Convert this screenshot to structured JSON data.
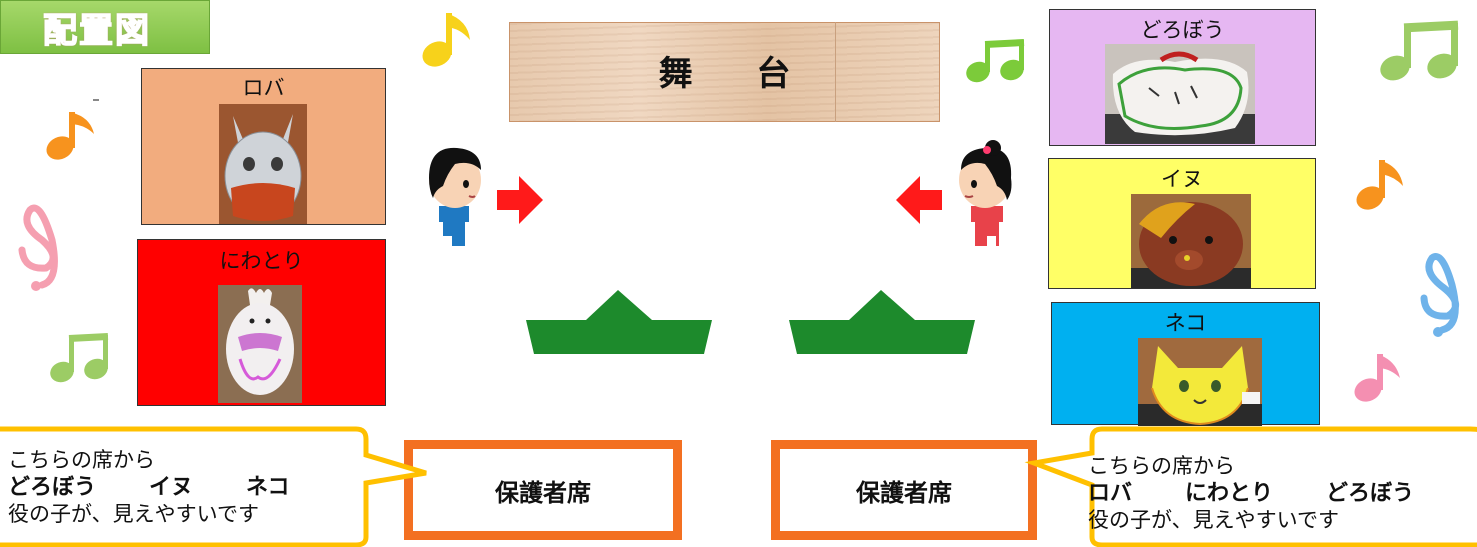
{
  "title": "配置図",
  "stage": {
    "label": "舞 台"
  },
  "animals": {
    "roba": "ロバ",
    "niwatori": "にわとり",
    "dorobou": "どろぼう",
    "inu": "イヌ",
    "neko": "ネコ"
  },
  "seats": {
    "left": "保護者席",
    "right": "保護者席"
  },
  "callouts": {
    "left": {
      "line1": "こちらの席から",
      "line2": "どろぼう    イヌ    ネコ",
      "line3": "役の子が、見えやすいです"
    },
    "right": {
      "line1": "こちらの席から",
      "line2": "ロバ    にわとり    どろぼう",
      "line3": "役の子が、見えやすいです"
    }
  },
  "colors": {
    "roba_bg": "#f2ac7e",
    "niwatori_bg": "#ff0000",
    "dorobou_bg": "#e6b7f2",
    "inu_bg": "#ffff66",
    "neko_bg": "#00b0f0",
    "seat_border": "#f37021",
    "callout_border": "#ffc000",
    "arrow": "#ff1a1a",
    "platform": "#1d8a2c"
  },
  "icons": [
    "music-note-icon",
    "treble-clef-icon",
    "boy-icon",
    "girl-icon",
    "arrow-right-icon",
    "arrow-left-icon"
  ]
}
